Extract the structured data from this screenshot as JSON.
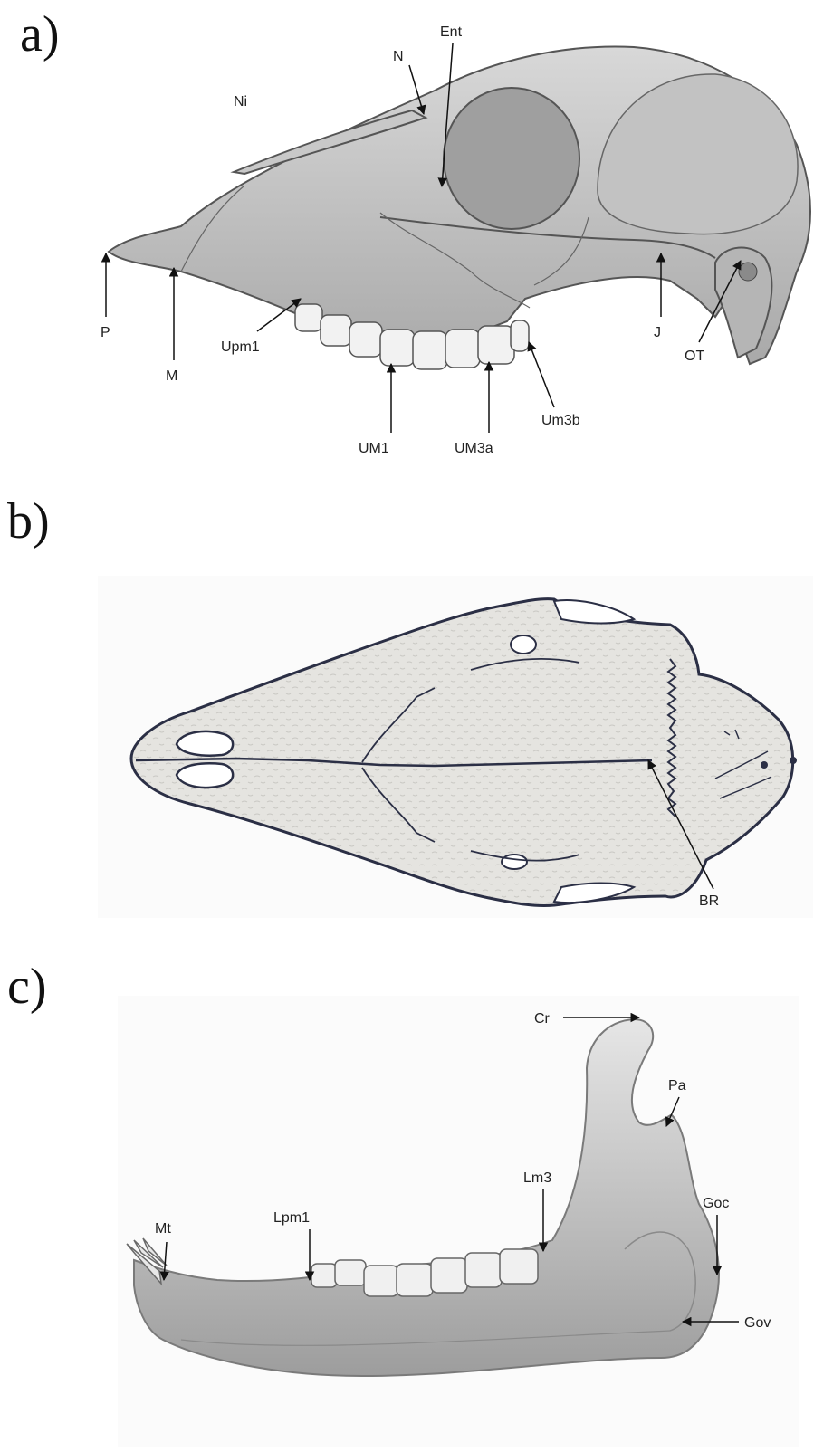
{
  "panels": [
    {
      "letter": "a)",
      "labels": {
        "Ni": "Ni",
        "N": "N",
        "Ent": "Ent",
        "P": "P",
        "M": "M",
        "Upm1": "Upm1",
        "UM1": "UM1",
        "UM3a": "UM3a",
        "Um3b": "Um3b",
        "J": "J",
        "OT": "OT"
      }
    },
    {
      "letter": "b)",
      "labels": {
        "BR": "BR"
      }
    },
    {
      "letter": "c)",
      "labels": {
        "Cr": "Cr",
        "Pa": "Pa",
        "Mt": "Mt",
        "Lpm1": "Lpm1",
        "Lm3": "Lm3",
        "Goc": "Goc",
        "Gov": "Gov"
      }
    }
  ]
}
